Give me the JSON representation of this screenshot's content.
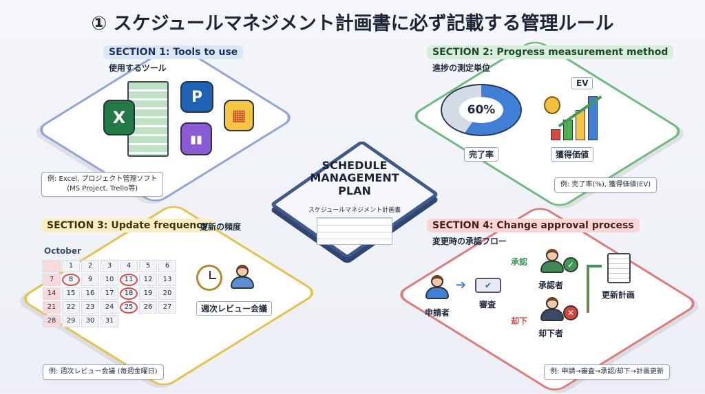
{
  "title": "① スケジュールマネジメント計画書に必ず記載する管理ルール",
  "center": {
    "title": "SCHEDULE MANAGEMENT PLAN",
    "subtitle": "スケジュールマネジメント計画書"
  },
  "section1": {
    "header": "SECTION 1: Tools to use",
    "sub": "使用するツール",
    "icons": {
      "excel": "X",
      "project": "P"
    },
    "callout_line1": "例: Excel, プロジェクト管理ソフト",
    "callout_line2": "(MS Project, Trello等)"
  },
  "section2": {
    "header": "SECTION 2: Progress measurement method",
    "sub": "進捗の測定単位",
    "donut_value": "60%",
    "donut_fraction": 0.6,
    "label_completion": "完了率",
    "label_ev_tag": "EV",
    "label_earned_value": "獲得価値",
    "callout": "例: 完了率(%), 獲得価値(EV)",
    "colors": {
      "accent": "#3f7fd6",
      "green": "#4caf50"
    }
  },
  "section3": {
    "header": "SECTION 3: Update frequency",
    "sub": "更新の頻度",
    "month": "October",
    "days": [
      "",
      "1",
      "2",
      "3",
      "4",
      "5",
      "6",
      "7",
      "8",
      "9",
      "10",
      "11",
      "12",
      "13",
      "14",
      "15",
      "16",
      "17",
      "18",
      "19",
      "20",
      "21",
      "22",
      "23",
      "24",
      "25",
      "26",
      "27",
      "28",
      "29",
      "30",
      "31"
    ],
    "meeting_label": "週次レビュー会議",
    "callout": "例: 週次レビュー会議 (毎週金曜日)"
  },
  "section4": {
    "header": "SECTION 4: Change approval process",
    "sub": "変更時の承認フロー",
    "applicant": "申請者",
    "review": "審査",
    "approve": "承認",
    "reject": "却下",
    "approver": "承認者",
    "rejecter": "却下者",
    "updated_plan": "更新計画",
    "callout": "例: 申請→審査→承認/却下→計画更新"
  }
}
